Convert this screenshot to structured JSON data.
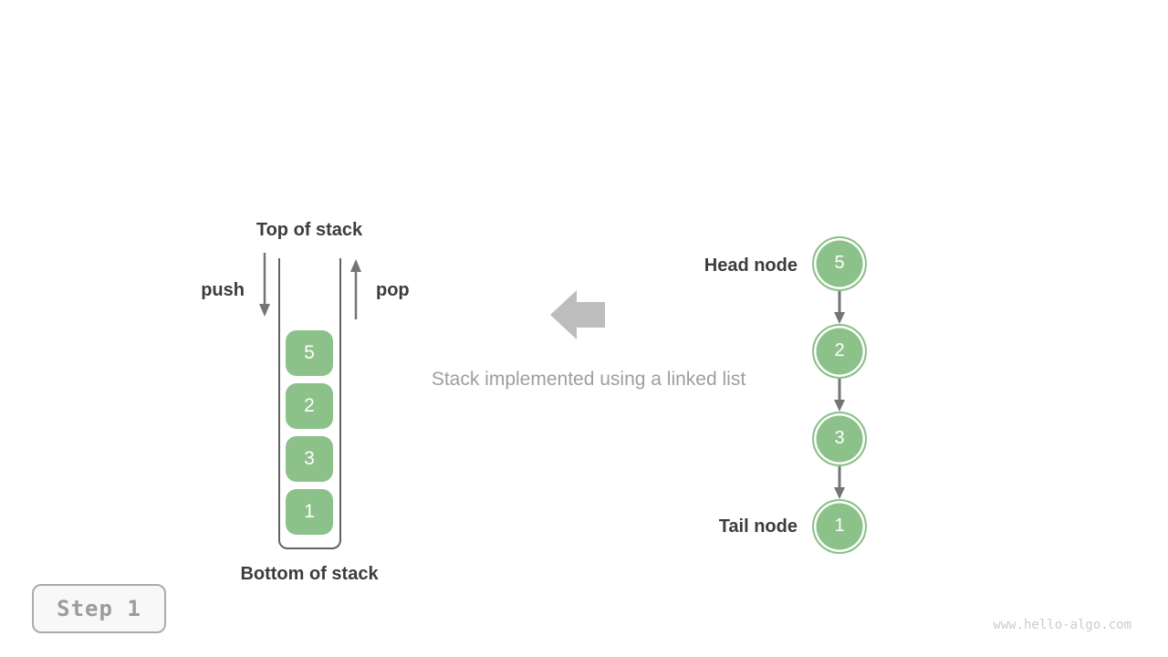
{
  "stack": {
    "top_label": "Top of stack",
    "bottom_label": "Bottom of stack",
    "push_label": "push",
    "pop_label": "pop",
    "items": [
      "5",
      "2",
      "3",
      "1"
    ]
  },
  "transition": {
    "caption": "Stack implemented using a linked list",
    "arrow_direction": "left"
  },
  "linked_list": {
    "head_label": "Head node",
    "tail_label": "Tail node",
    "nodes": [
      "5",
      "2",
      "3",
      "1"
    ]
  },
  "step_badge": {
    "label": "Step 1"
  },
  "watermark": {
    "text": "www.hello-algo.com"
  },
  "colors": {
    "node_green": "#8cc18a",
    "text_dark": "#3c3c3c",
    "arrow_gray": "#757575",
    "block_arrow_gray": "#bdbdbd",
    "caption_gray": "#9e9e9e",
    "container_border": "#616161"
  }
}
